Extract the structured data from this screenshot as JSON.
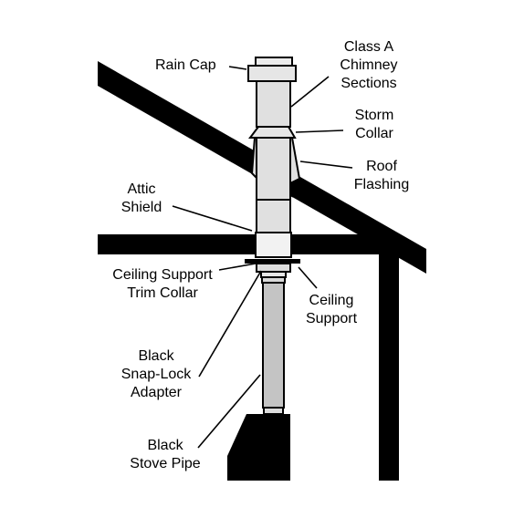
{
  "colors": {
    "structure": "#000000",
    "pipe_light": "#e0e0e0",
    "pipe_shade": "#f4f4f4",
    "stove_pipe": "#c4c4c4",
    "background": "#ffffff"
  },
  "labels": {
    "rain_cap": "Rain Cap",
    "chimney_sections": [
      "Class A",
      "Chimney",
      "Sections"
    ],
    "storm_collar": [
      "Storm",
      "Collar"
    ],
    "roof_flashing": [
      "Roof",
      "Flashing"
    ],
    "attic_shield": [
      "Attic",
      "Shield"
    ],
    "trim_collar": [
      "Ceiling Support",
      "Trim Collar"
    ],
    "ceiling_support": [
      "Ceiling",
      "Support"
    ],
    "snap_lock_adapter": [
      "Black",
      "Snap-Lock",
      "Adapter"
    ],
    "stove_pipe": [
      "Black",
      "Stove Pipe"
    ]
  }
}
